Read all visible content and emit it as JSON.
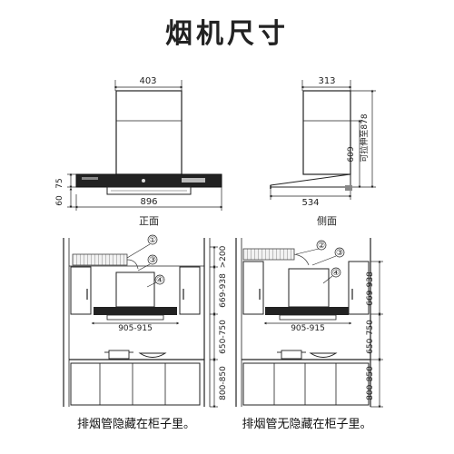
{
  "title": "烟机尺寸",
  "front": {
    "view_label": "正面",
    "dims": {
      "top_width": "403",
      "total_width": "896",
      "side_upper": "75",
      "side_lower": "60"
    }
  },
  "side": {
    "view_label": "侧面",
    "dims": {
      "top_width": "313",
      "depth": "534",
      "body_height": "609",
      "extend_height": "可拉伸至878"
    }
  },
  "install_left": {
    "callouts": [
      "①",
      "③",
      "④"
    ],
    "dims": {
      "ceiling_gap": ">200",
      "hood_height": "669-938",
      "cabinet_gap": "905-915",
      "counter_gap": "650-750",
      "counter_height": "800-850"
    },
    "caption": "排烟管隐藏在柜子里。"
  },
  "install_right": {
    "callouts": [
      "②",
      "③",
      "④"
    ],
    "dims": {
      "hood_height": "669-938",
      "cabinet_gap": "905-915",
      "counter_gap": "650-750",
      "counter_height": "800-850"
    },
    "caption": "排烟管无隐藏在柜子里。"
  },
  "colors": {
    "line": "#222222",
    "hood_body": "#3a3a3a",
    "panel": "#111111"
  }
}
